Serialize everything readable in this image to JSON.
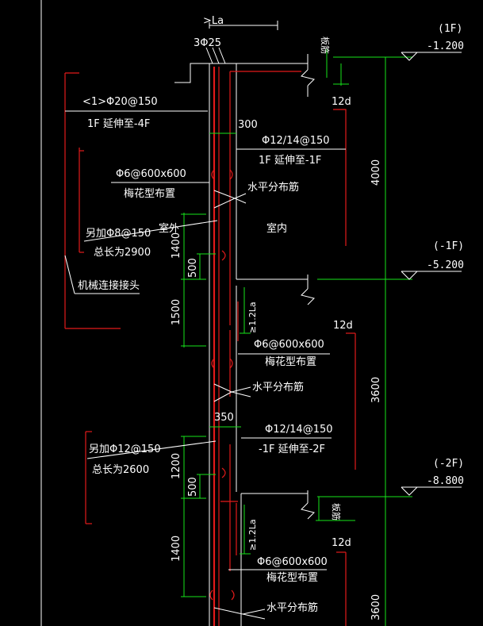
{
  "labels": {
    "la_top": ">La",
    "bars_top": "3Φ25",
    "rebar_1": "<1>Φ20@150",
    "extend_1f_4f": "1F 延伸至-4F",
    "dim_300": "300",
    "horiz_rebar_1": "Φ12/14@150",
    "extend_1f": "1F 延伸至-1F",
    "tie_1": "Φ6@600x600",
    "plum_1": "梅花型布置",
    "horiz_dist_1": "水平分布筋",
    "outdoor": "室外",
    "indoor": "室内",
    "extra_phi8": "另加Φ8@150",
    "total_2900": "总长为2900",
    "dim_1400_a": "1400",
    "dim_500_a": "500",
    "mech_joint": "机械连接接头",
    "dim_1500": "1500",
    "lap_1": "≥1.2La",
    "d12_1": "12d",
    "tie_2": "Φ6@600x600",
    "plum_2": "梅花型布置",
    "horiz_dist_2": "水平分布筋",
    "dim_350": "350",
    "extra_phi12": "另加Φ12@150",
    "total_2600": "总长为2600",
    "horiz_rebar_2": "Φ12/14@150",
    "extend_m1f_m2f": "-1F 延伸至-2F",
    "dim_1200": "1200",
    "dim_500_b": "500",
    "lap_2": "≥1.2La",
    "dim_1400_b": "1400",
    "d12_top": "12d",
    "d12_2": "12d",
    "tie_3": "Φ6@600x600",
    "plum_3": "梅花型布置",
    "horiz_dist_3": "水平分布筋",
    "slab_1": "板筋",
    "slab_2": "板筋"
  },
  "levels": {
    "l1_name": "(1F)",
    "l1_elev": "-1.200",
    "l2_name": "(-1F)",
    "l2_elev": "-5.200",
    "l3_name": "(-2F)",
    "l3_elev": "-8.800"
  },
  "dims": {
    "h_4000": "4000",
    "h_3600_a": "3600",
    "h_3600_b": "3600"
  },
  "colors": {
    "background": "#000000",
    "line_white": "#ffffff",
    "line_red": "#e21a1a",
    "line_green": "#16e31a"
  }
}
